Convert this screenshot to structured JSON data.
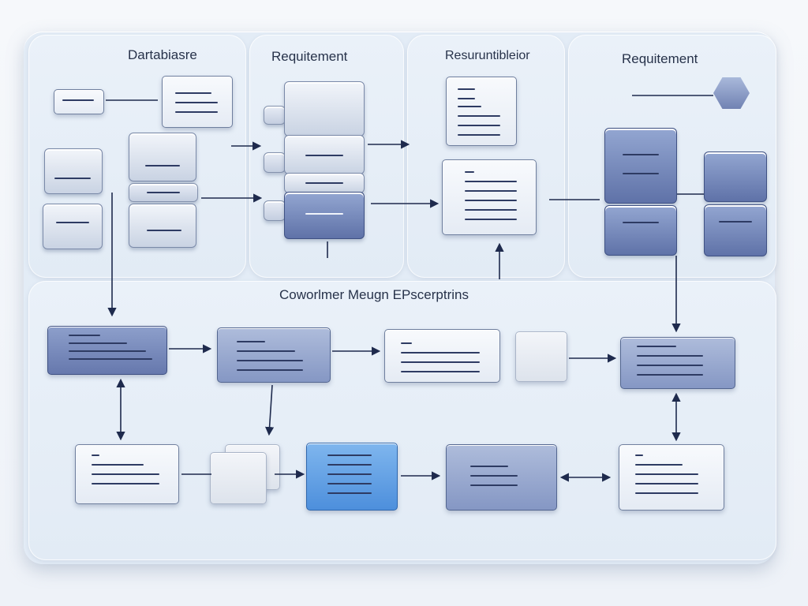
{
  "diagram": {
    "headings": {
      "database": "Dartabiasre",
      "requirement_1": "Requitement",
      "resource": "Resuruntibleior",
      "requirement_2": "Requitement",
      "section": "Coworlmer Meugn EPscerptrins"
    },
    "colors": {
      "board": "#e3ecf6",
      "card_light": "#f5f7fb",
      "card_mid": "#8597c4",
      "card_dark": "#6678ad",
      "card_highlight": "#4d8fdc",
      "arrow": "#1e2a4d"
    }
  }
}
